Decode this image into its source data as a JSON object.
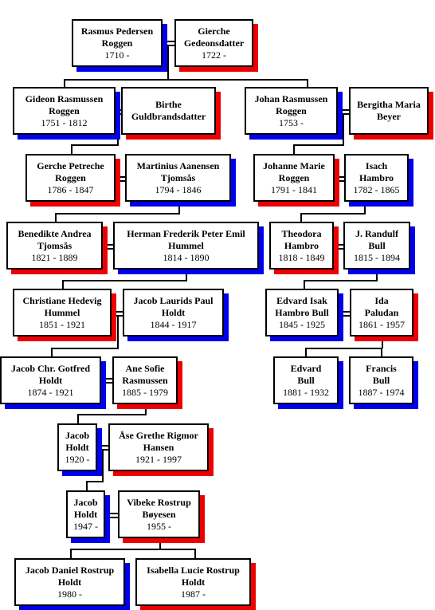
{
  "people": {
    "rasmus_pedersen_roggen": {
      "name": "Rasmus Pedersen\nRoggen",
      "years": "1710 -"
    },
    "gierche_gedeonsdatter": {
      "name": "Gierche\nGedeonsdatter",
      "years": "1722 -"
    },
    "gideon_rasmussen_roggen": {
      "name": "Gideon Rasmussen\nRoggen",
      "years": "1751 - 1812"
    },
    "birthe_guldbrandsdatter": {
      "name": "Birthe\nGuldbrandsdatter",
      "years": ""
    },
    "johan_rasmussen_roggen": {
      "name": "Johan Rasmussen\nRoggen",
      "years": "1753 -"
    },
    "bergitha_maria_beyer": {
      "name": "Bergitha Maria\nBeyer",
      "years": ""
    },
    "gerche_petreche_roggen": {
      "name": "Gerche Petreche\nRoggen",
      "years": "1786 - 1847"
    },
    "martinius_aanensen_tjomsas": {
      "name": "Martinius Aanensen\nTjomsås",
      "years": "1794 - 1846"
    },
    "johanne_marie_roggen": {
      "name": "Johanne Marie\nRoggen",
      "years": "1791 - 1841"
    },
    "isach_hambro": {
      "name": "Isach\nHambro",
      "years": "1782 - 1865"
    },
    "benedikte_andrea_tjomsas": {
      "name": "Benedikte Andrea\nTjomsås",
      "years": "1821 - 1889"
    },
    "herman_frederik_peter_emil_hummel": {
      "name": "Herman Frederik Peter Emil\nHummel",
      "years": "1814 - 1890"
    },
    "theodora_hambro": {
      "name": "Theodora\nHambro",
      "years": "1818 - 1849"
    },
    "j_randulf_bull": {
      "name": "J. Randulf\nBull",
      "years": "1815 - 1894"
    },
    "christiane_hedevig_hummel": {
      "name": "Christiane Hedevig\nHummel",
      "years": "1851 - 1921"
    },
    "jacob_laurids_paul_holdt": {
      "name": "Jacob Laurids Paul\nHoldt",
      "years": "1844 - 1917"
    },
    "edvard_isak_hambro_bull": {
      "name": "Edvard Isak\nHambro Bull",
      "years": "1845 - 1925"
    },
    "ida_paludan": {
      "name": "Ida\nPaludan",
      "years": "1861 - 1957"
    },
    "jacob_chr_gotfred_holdt": {
      "name": "Jacob Chr. Gotfred\nHoldt",
      "years": "1874 - 1921"
    },
    "ane_sofie_rasmussen": {
      "name": "Ane Sofie\nRasmussen",
      "years": "1885 - 1979"
    },
    "edvard_bull": {
      "name": "Edvard\nBull",
      "years": "1881 - 1932"
    },
    "francis_bull": {
      "name": "Francis\nBull",
      "years": "1887 - 1974"
    },
    "jacob_holdt_1920": {
      "name": "Jacob\nHoldt",
      "years": "1920 -"
    },
    "ase_grethe_rigmor_hansen": {
      "name": "Åse Grethe Rigmor\nHansen",
      "years": "1921 - 1997"
    },
    "jacob_holdt_1947": {
      "name": "Jacob\nHoldt",
      "years": "1947 -"
    },
    "vibeke_rostrup_boyesen": {
      "name": "Vibeke Rostrup\nBøyesen",
      "years": "1955 -"
    },
    "jacob_daniel_rostrup_holdt": {
      "name": "Jacob Daniel Rostrup\nHoldt",
      "years": "1980 -"
    },
    "isabella_lucie_rostrup_holdt": {
      "name": "Isabella Lucie Rostrup\nHoldt",
      "years": "1987 -"
    }
  },
  "colors": {
    "male_shadow": "#0000ee",
    "female_shadow": "#ee0000",
    "line": "#000000"
  }
}
